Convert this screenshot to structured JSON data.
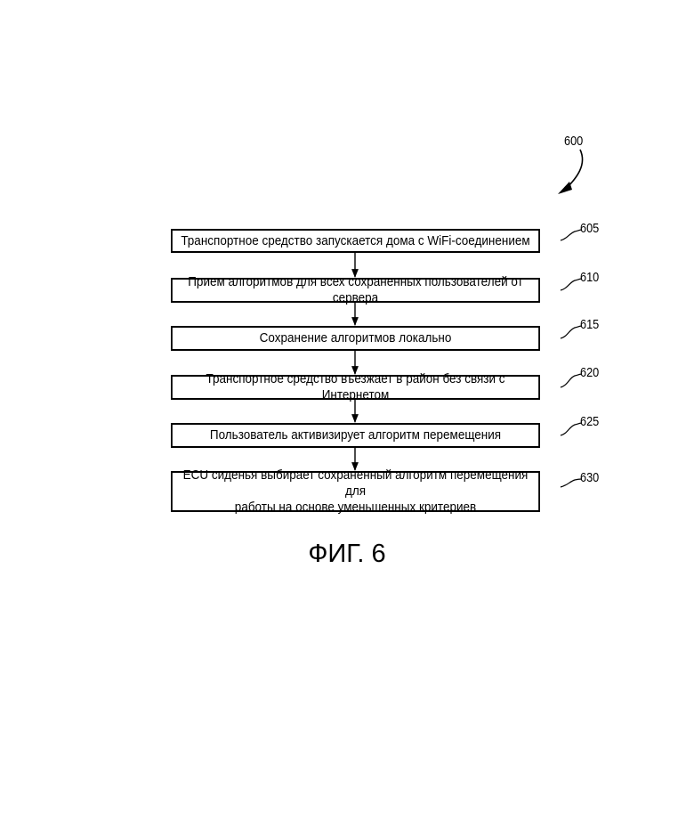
{
  "figure_ref": "600",
  "steps": [
    {
      "ref": "605",
      "text": "Транспортное средство запускается дома с WiFi-соединением"
    },
    {
      "ref": "610",
      "text": "Прием алгоритмов для всех сохраненных пользователей от сервера"
    },
    {
      "ref": "615",
      "text": "Сохранение алгоритмов локально"
    },
    {
      "ref": "620",
      "text": "Транспортное средство въезжает в район без связи с Интернетом"
    },
    {
      "ref": "625",
      "text": "Пользователь активизирует алгоритм перемещения"
    },
    {
      "ref": "630",
      "text_line1": "ECU сиденья выбирает сохраненный алгоритм перемещения для",
      "text_line2": "работы на основе уменьшенных критериев"
    }
  ],
  "caption": "ФИГ. 6"
}
